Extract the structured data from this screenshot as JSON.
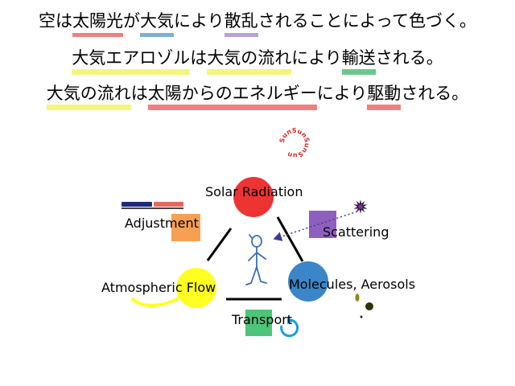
{
  "sentences": {
    "line1": [
      {
        "text": "空は",
        "color": ""
      },
      {
        "text": "太陽光",
        "color": "#f08080"
      },
      {
        "text": "が",
        "color": ""
      },
      {
        "text": "大気",
        "color": "#7ab0d8"
      },
      {
        "text": "により",
        "color": ""
      },
      {
        "text": "散乱",
        "color": "#b9a0d6"
      },
      {
        "text": "されることによって色づく。",
        "color": ""
      }
    ],
    "line2": [
      {
        "text": "大気エアロゾル",
        "color": "#f5f57a"
      },
      {
        "text": "は",
        "color": ""
      },
      {
        "text": "大気の流れ",
        "color": "#f5f57a"
      },
      {
        "text": "により",
        "color": ""
      },
      {
        "text": "輸送",
        "color": "#6cc78e"
      },
      {
        "text": "される。",
        "color": ""
      }
    ],
    "line3": [
      {
        "text": "大気の流れ",
        "color": "#f5f57a"
      },
      {
        "text": "は",
        "color": ""
      },
      {
        "text": "太陽からのエネルギー",
        "color": "#f08080"
      },
      {
        "text": "により",
        "color": ""
      },
      {
        "text": "駆動",
        "color": "#f08080"
      },
      {
        "text": "される。",
        "color": ""
      }
    ]
  },
  "diagram": {
    "solar_radiation": "Solar Radiation",
    "adjustment": "Adjustment",
    "scattering": "Scattering",
    "atmospheric_flow": "Atmospheric Flow",
    "molecules_aerosols": "Molecules, Aerosols",
    "transport": "Transport",
    "sun_ring_text": "SunSunSunSun",
    "colors": {
      "solar": "#ee3333",
      "flow": "#ffff22",
      "molecules": "#3a86c8",
      "adjustment_square": "#f7a052",
      "scattering_square": "#8f5fbf",
      "transport_square": "#4cc47a",
      "navy": "#1f2a7a",
      "salmon": "#e06a5c",
      "olive": "#8a8a20",
      "darkolive": "#2f2f10",
      "purple": "#6a2a80",
      "cyan": "#1aa0d8",
      "stickman": "#3a6fb5"
    }
  }
}
